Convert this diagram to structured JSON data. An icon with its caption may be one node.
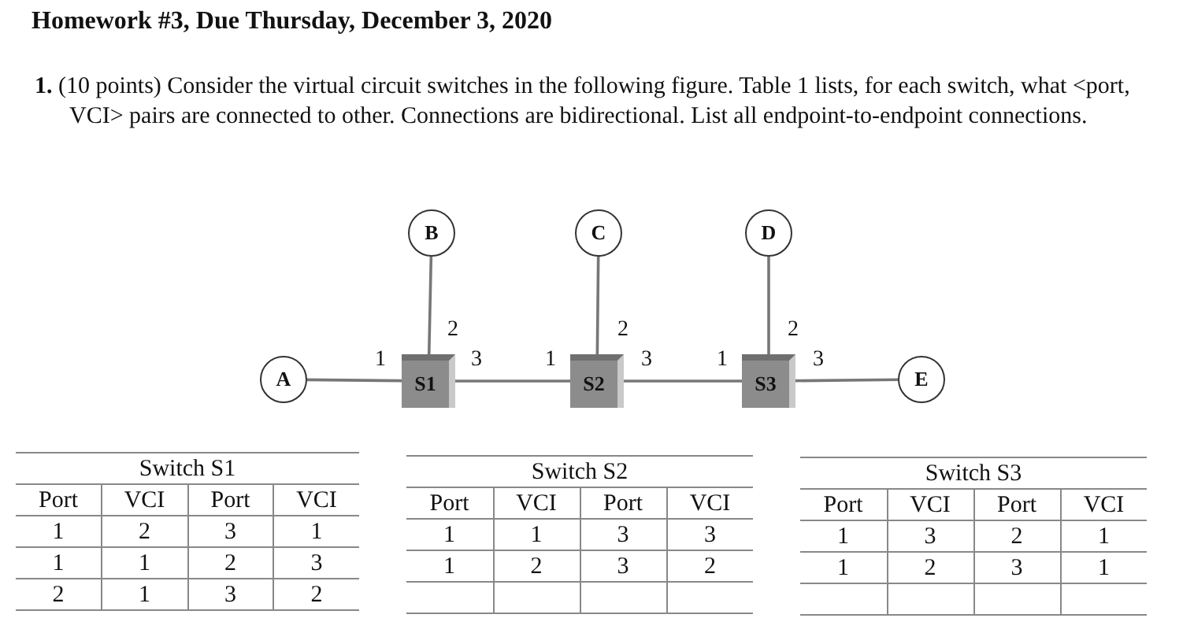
{
  "diagram": {
    "title": "Homework #3, Due Thursday, December 3, 2020",
    "nodes": [
      {
        "text": [
          "B"
        ]
      },
      {
        "text": [
          "C"
        ]
      },
      {
        "text": [
          "D"
        ]
      },
      {
        "text": [
          "A"
        ]
      },
      {
        "text": [
          "S1"
        ]
      },
      {
        "text": [
          "S2"
        ]
      },
      {
        "text": [
          "S3"
        ]
      },
      {
        "text": [
          "E"
        ]
      }
    ],
    "edges": [
      {
        "from": 3,
        "to": 4,
        "arrow": "none"
      },
      {
        "from": 0,
        "to": 4,
        "arrow": "none"
      },
      {
        "from": 4,
        "to": 5,
        "arrow": "none"
      },
      {
        "from": 1,
        "to": 5,
        "arrow": "none"
      },
      {
        "from": 5,
        "to": 6,
        "arrow": "none"
      },
      {
        "from": 2,
        "to": 6,
        "arrow": "none"
      },
      {
        "from": 6,
        "to": 7,
        "arrow": "none"
      }
    ],
    "labels": [
      "**1.** (10 points) Consider the virtual circuit switches in the following figure.  Table 1 lists, for each switch, what <port, VCI> pairs are connected to other.  Connections are bidirectional. List all endpoint-to-endpoint connections.",
      "2",
      "2",
      "2",
      "1",
      "3",
      "1",
      "3",
      "1",
      "3",
      "Switch S1",
      "Port",
      "VCI",
      "Port",
      "VCI",
      "1",
      "2",
      "3",
      "1",
      "1",
      "1",
      "2",
      "3",
      "2",
      "1",
      "3",
      "2",
      "Switch S2",
      "Port",
      "VCI",
      "Port",
      "VCI",
      "1",
      "1",
      "3",
      "3",
      "1",
      "2",
      "3",
      "2",
      "Switch S3",
      "Port",
      "VCI",
      "Port",
      "VCI",
      "1",
      "3",
      "2",
      "1",
      "1",
      "2",
      "3",
      "1"
    ]
  }
}
